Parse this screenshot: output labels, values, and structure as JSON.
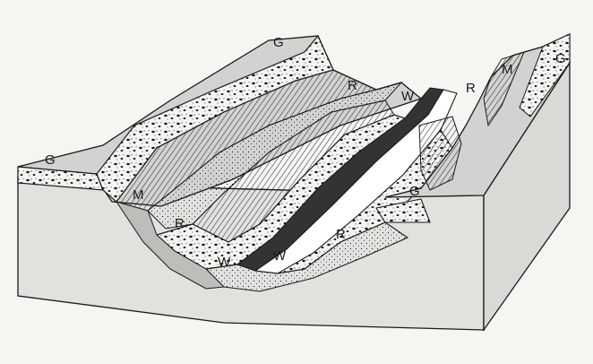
{
  "labels": {
    "g_top_center": "G",
    "g_left": "G",
    "g_right_top": "G",
    "g_right_mid": "G",
    "r_upper": "R",
    "r_right_top": "R",
    "r_left": "R",
    "r_lower_right": "R",
    "m_left": "M",
    "m_right_top": "M",
    "w_upper": "W",
    "w_lower_left": "W",
    "w_lower_mid": "W"
  },
  "colors": {
    "ink": "#1a1a1a",
    "block_fill": "#e3e3e1",
    "surface_fill": "#d2d2d0",
    "gravel_fill": "#f4f4f2",
    "river_fill": "#ffffff",
    "water_dark": "#333333"
  }
}
